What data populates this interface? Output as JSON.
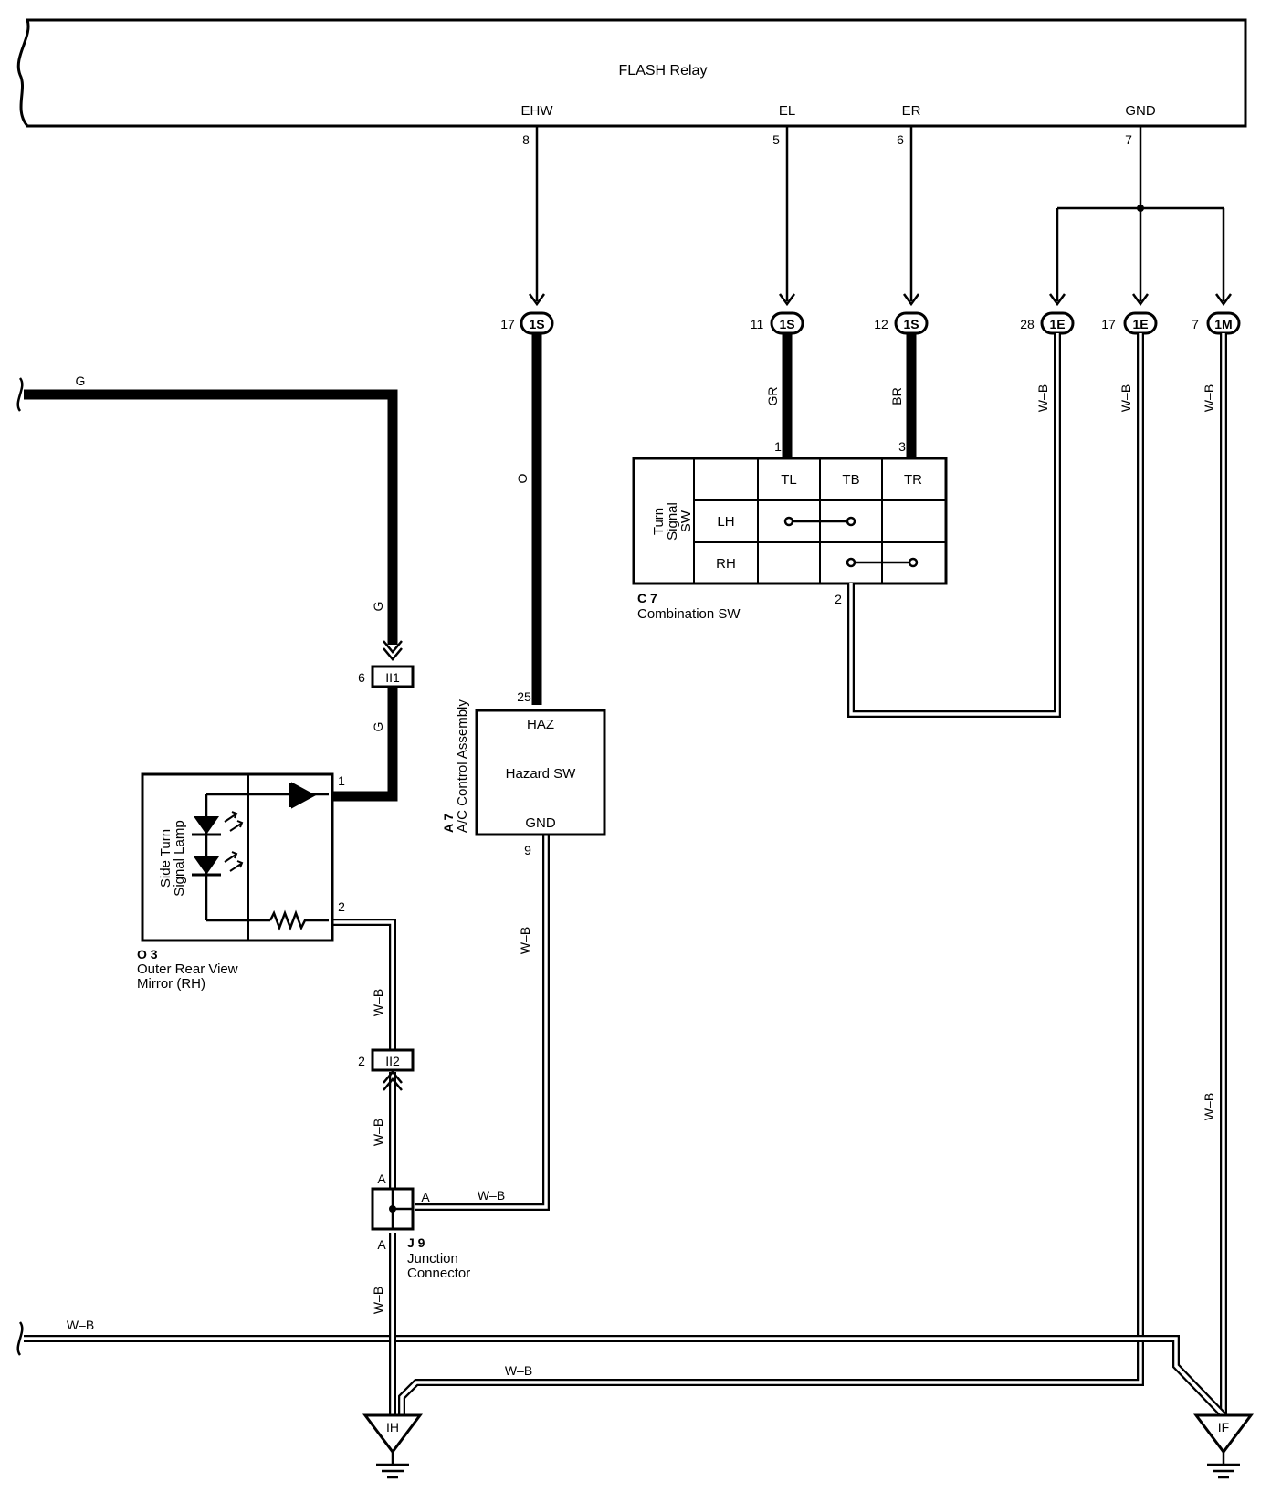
{
  "relay": {
    "name": "FLASH Relay",
    "pins": [
      {
        "label": "EHW",
        "num": "8"
      },
      {
        "label": "EL",
        "num": "5"
      },
      {
        "label": "ER",
        "num": "6"
      },
      {
        "label": "GND",
        "num": "7"
      }
    ]
  },
  "connectors": [
    {
      "pin": "17",
      "code": "1S"
    },
    {
      "pin": "11",
      "code": "1S"
    },
    {
      "pin": "12",
      "code": "1S"
    },
    {
      "pin": "28",
      "code": "1E"
    },
    {
      "pin": "17",
      "code": "1E"
    },
    {
      "pin": "7",
      "code": "1M"
    }
  ],
  "wires": {
    "o": "O",
    "gr": "GR",
    "br": "BR",
    "g": "G",
    "wb": "W–B"
  },
  "combination_sw": {
    "id": "C 7",
    "name": "Combination SW",
    "section": [
      "Turn",
      "Signal",
      "SW"
    ],
    "columns": [
      "TL",
      "TB",
      "TR"
    ],
    "rows": [
      "LH",
      "RH"
    ],
    "pin_tl": "1",
    "pin_tr": "3",
    "pin_tb": "2"
  },
  "ac_control": {
    "id": "A 7",
    "name": "A/C Control Assembly",
    "switch": "Hazard SW",
    "haz": "HAZ",
    "gnd": "GND",
    "pin_haz": "25",
    "pin_gnd": "9"
  },
  "mirror": {
    "id": "O 3",
    "name_line1": "Outer Rear View",
    "name_line2": "Mirror (RH)",
    "lamp": [
      "Side Turn",
      "Signal Lamp"
    ],
    "pin1": "1",
    "pin2": "2"
  },
  "inline_connectors": [
    {
      "pin": "6",
      "code": "II1"
    },
    {
      "pin": "2",
      "code": "II2"
    }
  ],
  "junction": {
    "id": "J 9",
    "name_line1": "Junction",
    "name_line2": "Connector",
    "pin_a": "A"
  },
  "grounds": [
    "IH",
    "IF"
  ]
}
